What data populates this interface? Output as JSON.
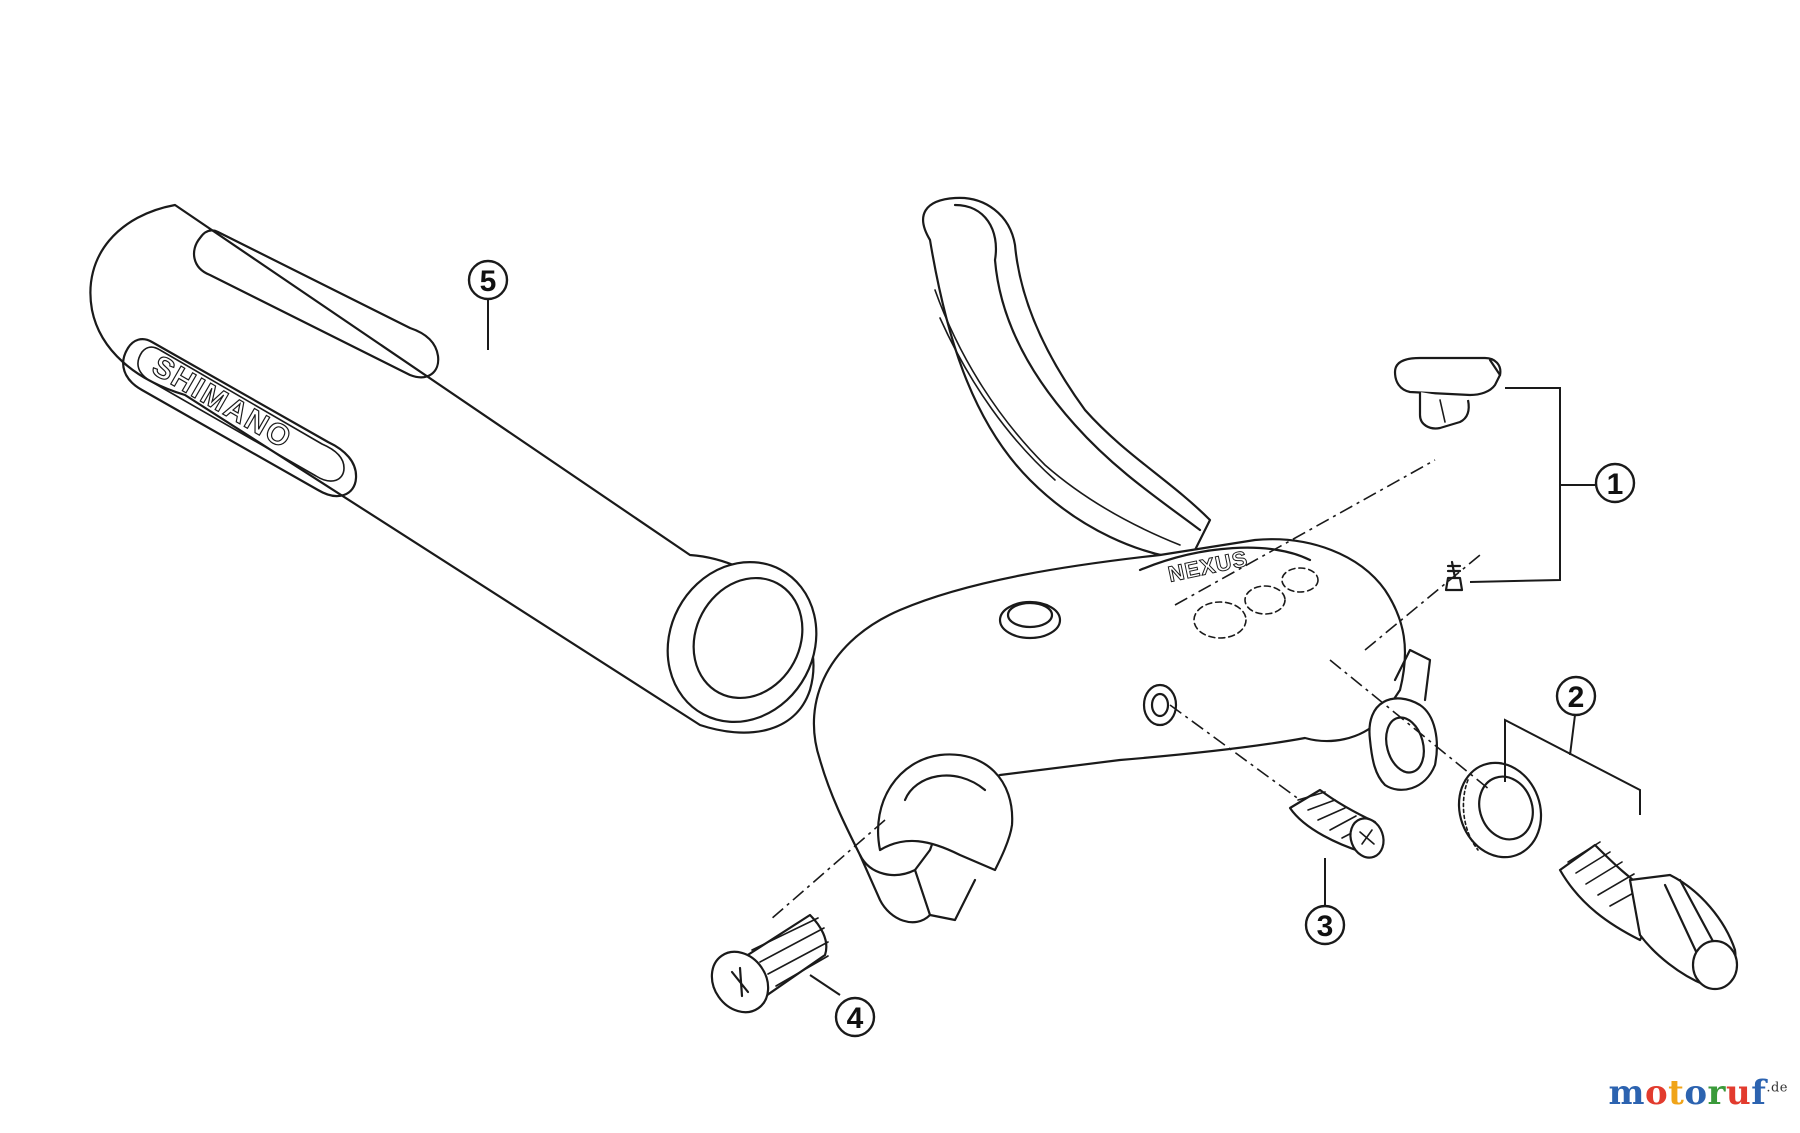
{
  "diagram": {
    "callouts": [
      {
        "label": "1",
        "part": "bracket-and-screw"
      },
      {
        "label": "2",
        "part": "lock-nut-and-adjuster"
      },
      {
        "label": "3",
        "part": "reach-adjust-screw"
      },
      {
        "label": "4",
        "part": "clamp-bolt"
      },
      {
        "label": "5",
        "part": "grip"
      }
    ],
    "grip_brand": "SHIMANO",
    "lever_brand": "NEXUS"
  },
  "watermark": {
    "parts": [
      {
        "text": "m",
        "color": "#2c63b0"
      },
      {
        "text": "o",
        "color": "#e23b2e"
      },
      {
        "text": "t",
        "color": "#f0a419"
      },
      {
        "text": "o",
        "color": "#2c63b0"
      },
      {
        "text": "r",
        "color": "#3a9a3a"
      },
      {
        "text": "u",
        "color": "#e23b2e"
      },
      {
        "text": "f",
        "color": "#2c63b0"
      }
    ],
    "suffix": ".de"
  }
}
